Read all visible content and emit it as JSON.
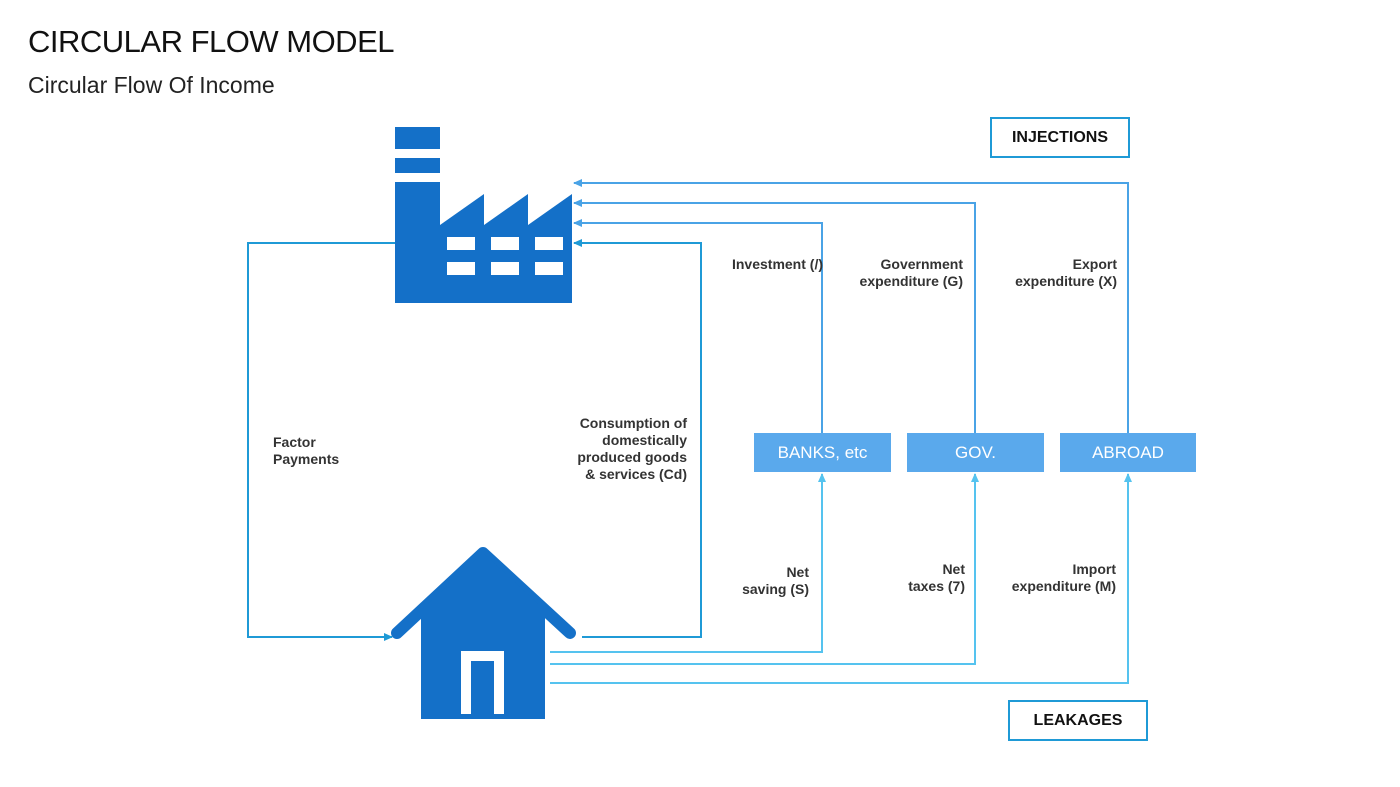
{
  "title": "CIRCULAR FLOW MODEL",
  "subtitle": "Circular Flow Of Income",
  "tags": {
    "injections": "INJECTIONS",
    "leakages": "LEAKAGES"
  },
  "boxes": {
    "banks": "BANKS, etc",
    "gov": "GOV.",
    "abroad": "ABROAD"
  },
  "labels": {
    "factor_payments": [
      "Factor",
      "Payments"
    ],
    "consumption": [
      "Consumption of",
      "domestically",
      "produced goods",
      "& services (Cd)"
    ],
    "investment": "Investment (/)",
    "government": [
      "Government",
      "expenditure (G)"
    ],
    "export": [
      "Export",
      "expenditure (X)"
    ],
    "saving": [
      "Net",
      "saving (S)"
    ],
    "taxes": [
      "Net",
      "taxes (7)"
    ],
    "import": [
      "Import",
      "expenditure (M)"
    ]
  },
  "icons": {
    "firm": "factory-icon",
    "household": "house-icon"
  },
  "colors": {
    "icon": "#1470c8",
    "flow_dark": "#1f9ad6",
    "injection": "#4aa3e6",
    "leakage": "#55c3ef",
    "box": "#5aa9ec"
  }
}
